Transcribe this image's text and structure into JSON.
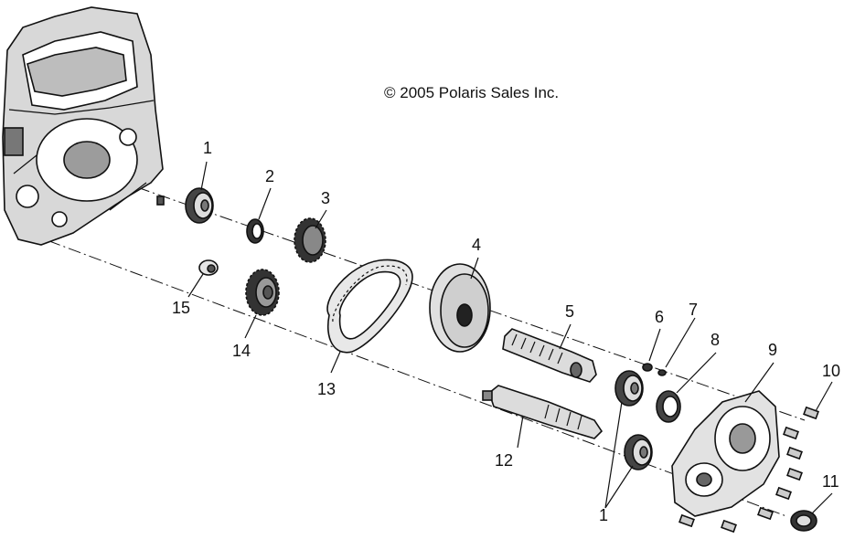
{
  "copyright": "© 2005 Polaris Sales Inc.",
  "labels": {
    "p1a": "1",
    "p1b": "1",
    "p2": "2",
    "p3": "3",
    "p4": "4",
    "p5": "5",
    "p6": "6",
    "p7": "7",
    "p8": "8",
    "p9": "9",
    "p10": "10",
    "p11": "11",
    "p12": "12",
    "p13": "13",
    "p14": "14",
    "p15": "15"
  }
}
